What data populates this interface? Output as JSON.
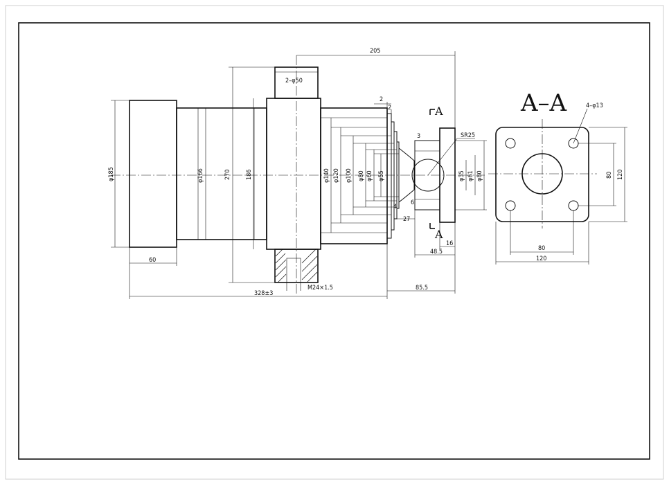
{
  "section_title": "A–A",
  "section_marker": "A",
  "dims": {
    "d205": "205",
    "hole_2_50": "2–φ50",
    "d2a": "2",
    "d2b": "2",
    "d3": "3",
    "d4": "4",
    "d6": "6",
    "d27": "27",
    "sr25": "SR25",
    "phi185": "φ185",
    "phi166": "φ166",
    "d270": "270",
    "d186": "186",
    "phi140": "φ140",
    "phi120": "φ120",
    "phi100": "φ100",
    "phi80": "φ80",
    "phi60": "φ60",
    "phi55": "φ55",
    "phi35": "φ35",
    "phi61": "φ61",
    "phi80b": "φ80",
    "d60": "60",
    "m24": "M24×1.5",
    "d328": "328±3",
    "d85_5": "85.5",
    "d48_5": "48.5",
    "d16": "16",
    "holes_4_13": "4–φ13",
    "sq80v": "80",
    "sq120v": "120",
    "sq80h": "80",
    "sq120h": "120"
  }
}
